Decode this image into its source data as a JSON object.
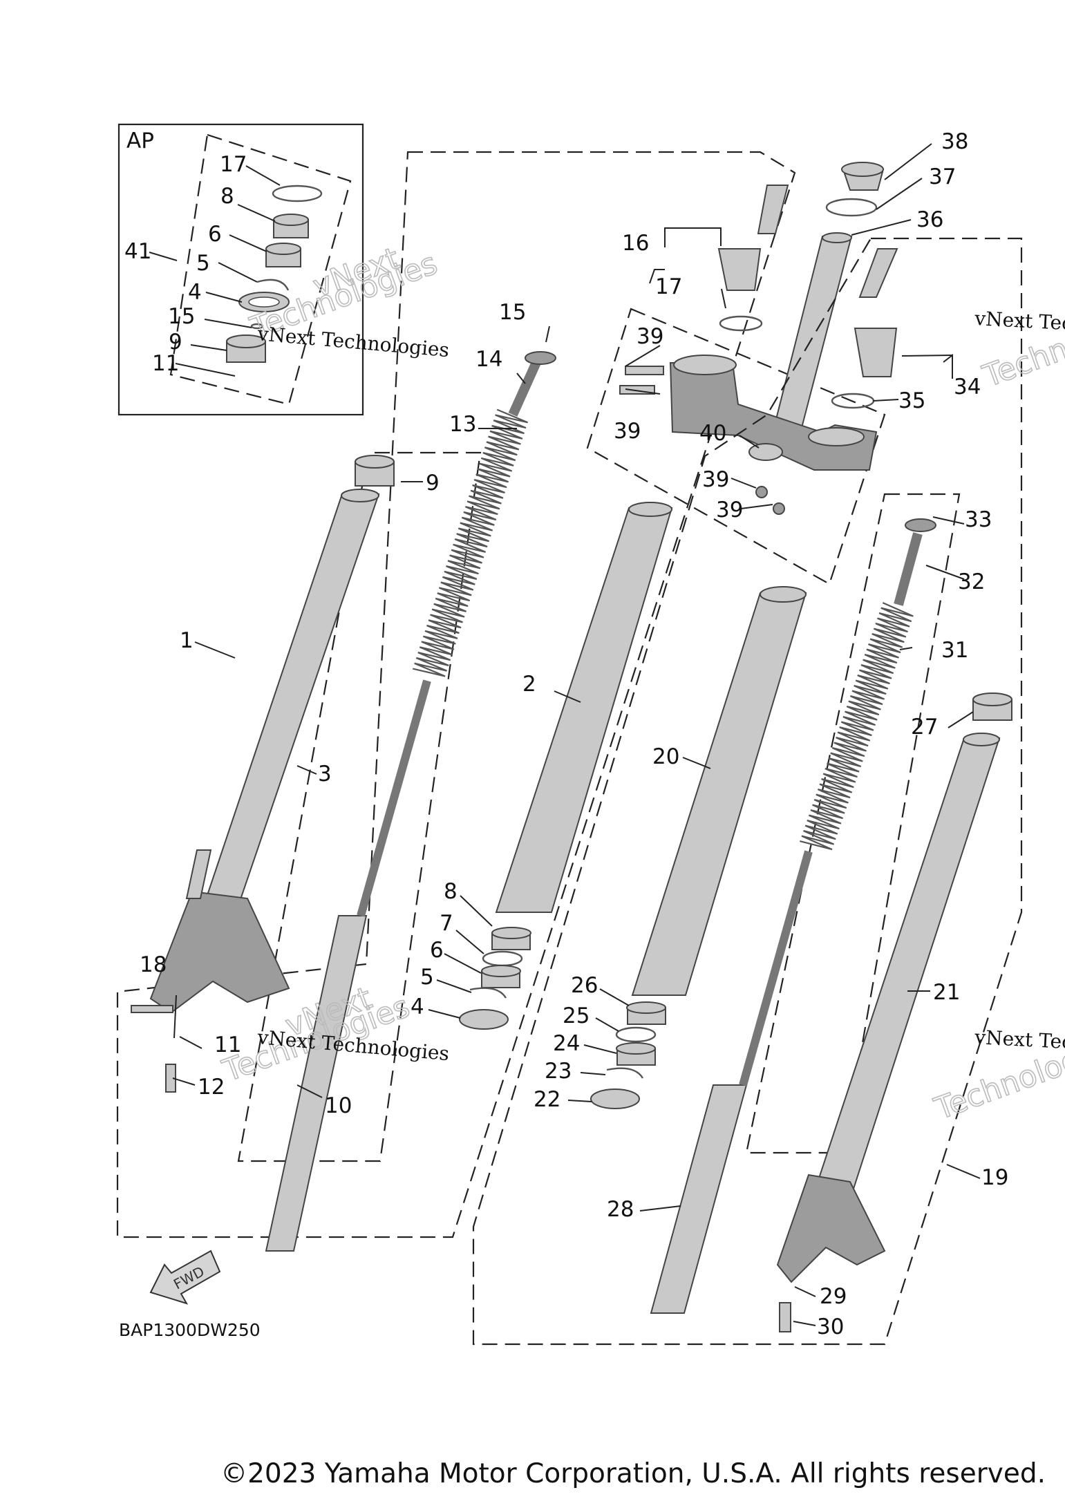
{
  "diagram": {
    "box_title": "AP",
    "drawing_code": "BAP1300DW250",
    "fwd_arrow_text": "FWD",
    "watermark": [
      "vNext Technologies",
      "Technologies",
      "vNext"
    ],
    "part_labels": {
      "p1": "1",
      "p2": "2",
      "p3": "3",
      "p4": "4",
      "p5": "5",
      "p6": "6",
      "p7": "7",
      "p8": "8",
      "p9": "9",
      "p10": "10",
      "p11": "11",
      "p12": "12",
      "p13": "13",
      "p14": "14",
      "p15": "15",
      "p16": "16",
      "p17": "17",
      "p18": "18",
      "p19": "19",
      "p20": "20",
      "p21": "21",
      "p22": "22",
      "p23": "23",
      "p24": "24",
      "p25": "25",
      "p26": "26",
      "p27": "27",
      "p28": "28",
      "p29": "29",
      "p30": "30",
      "p31": "31",
      "p32": "32",
      "p33": "33",
      "p34": "34",
      "p35": "35",
      "p36": "36",
      "p37": "37",
      "p38": "38",
      "p39": "39",
      "p40": "40",
      "p41": "41"
    }
  },
  "footer": {
    "copyright": "©2023 Yamaha Motor Corporation, U.S.A. All rights reserved."
  }
}
